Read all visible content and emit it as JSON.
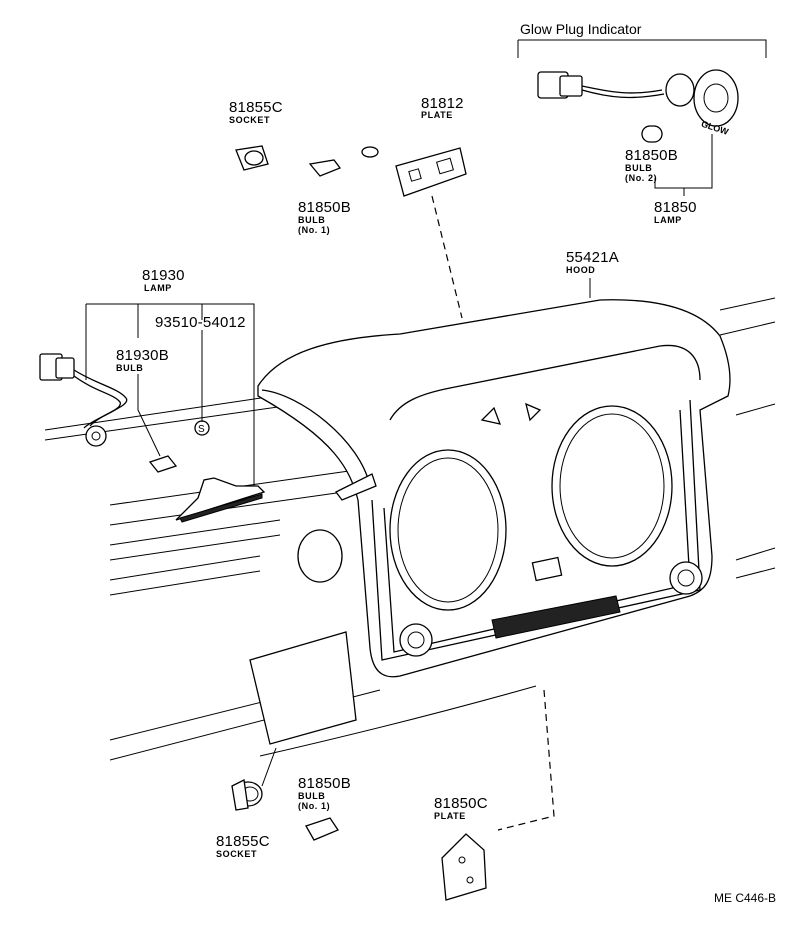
{
  "glow_section": {
    "title": "Glow Plug Indicator",
    "face_text": "GLOW"
  },
  "callouts": {
    "socket_top": {
      "part": "81855C",
      "desc": "SOCKET"
    },
    "plate_top": {
      "part": "81812",
      "desc": "PLATE"
    },
    "bulb_top": {
      "part": "81850B",
      "desc": "BULB",
      "note": "(No. 1)"
    },
    "bulb_glow": {
      "part": "81850B",
      "desc": "BULB",
      "note": "(No. 2)"
    },
    "lamp_glow": {
      "part": "81850",
      "desc": "LAMP"
    },
    "hood": {
      "part": "55421A",
      "desc": "HOOD"
    },
    "lamp_left": {
      "part": "81930",
      "desc": "LAMP"
    },
    "screw": {
      "part": "93510-54012"
    },
    "bulb_left": {
      "part": "81930B",
      "desc": "BULB"
    },
    "bulb_bottom": {
      "part": "81850B",
      "desc": "BULB",
      "note": "(No. 1)"
    },
    "plate_bottom": {
      "part": "81850C",
      "desc": "PLATE"
    },
    "socket_bottom": {
      "part": "81855C",
      "desc": "SOCKET"
    }
  },
  "screw_symbol": "S",
  "reference_code": "ME C446-B"
}
